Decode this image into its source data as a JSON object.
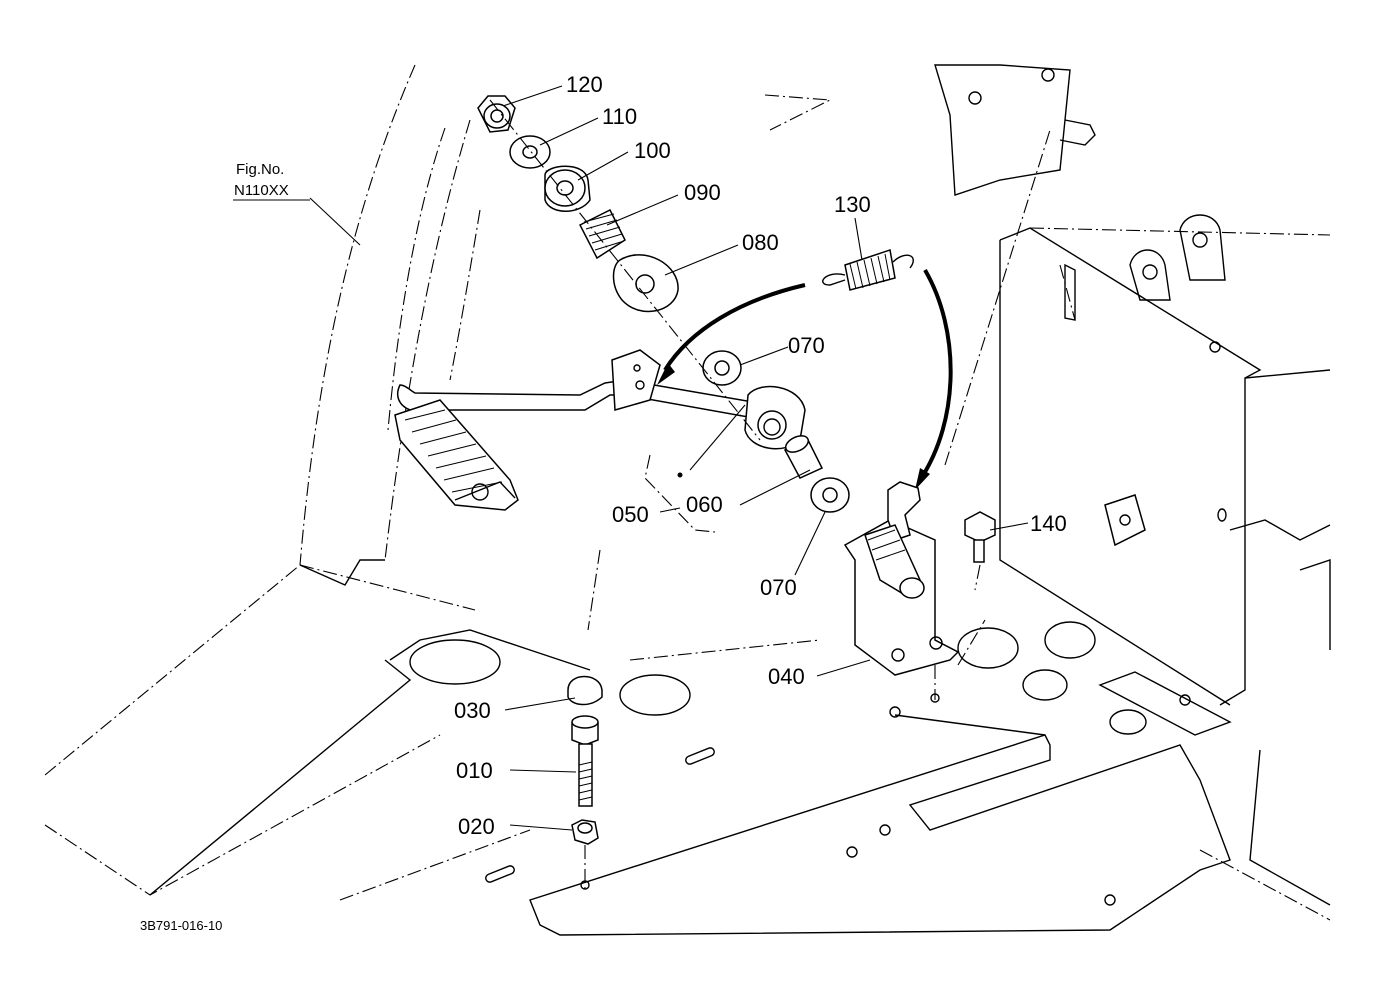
{
  "figure": {
    "fig_no_label": "Fig.No.",
    "fig_no_value": "N110XX",
    "drawing_code": "3B791-016-10"
  },
  "parts": [
    {
      "id": "p120",
      "number": "120"
    },
    {
      "id": "p110",
      "number": "110"
    },
    {
      "id": "p100",
      "number": "100"
    },
    {
      "id": "p090",
      "number": "090"
    },
    {
      "id": "p130",
      "number": "130"
    },
    {
      "id": "p080",
      "number": "080"
    },
    {
      "id": "p070a",
      "number": "070"
    },
    {
      "id": "p060",
      "number": "060"
    },
    {
      "id": "p050",
      "number": "050"
    },
    {
      "id": "p070b",
      "number": "070"
    },
    {
      "id": "p140",
      "number": "140"
    },
    {
      "id": "p040",
      "number": "040"
    },
    {
      "id": "p030",
      "number": "030"
    },
    {
      "id": "p010",
      "number": "010"
    },
    {
      "id": "p020",
      "number": "020"
    }
  ]
}
